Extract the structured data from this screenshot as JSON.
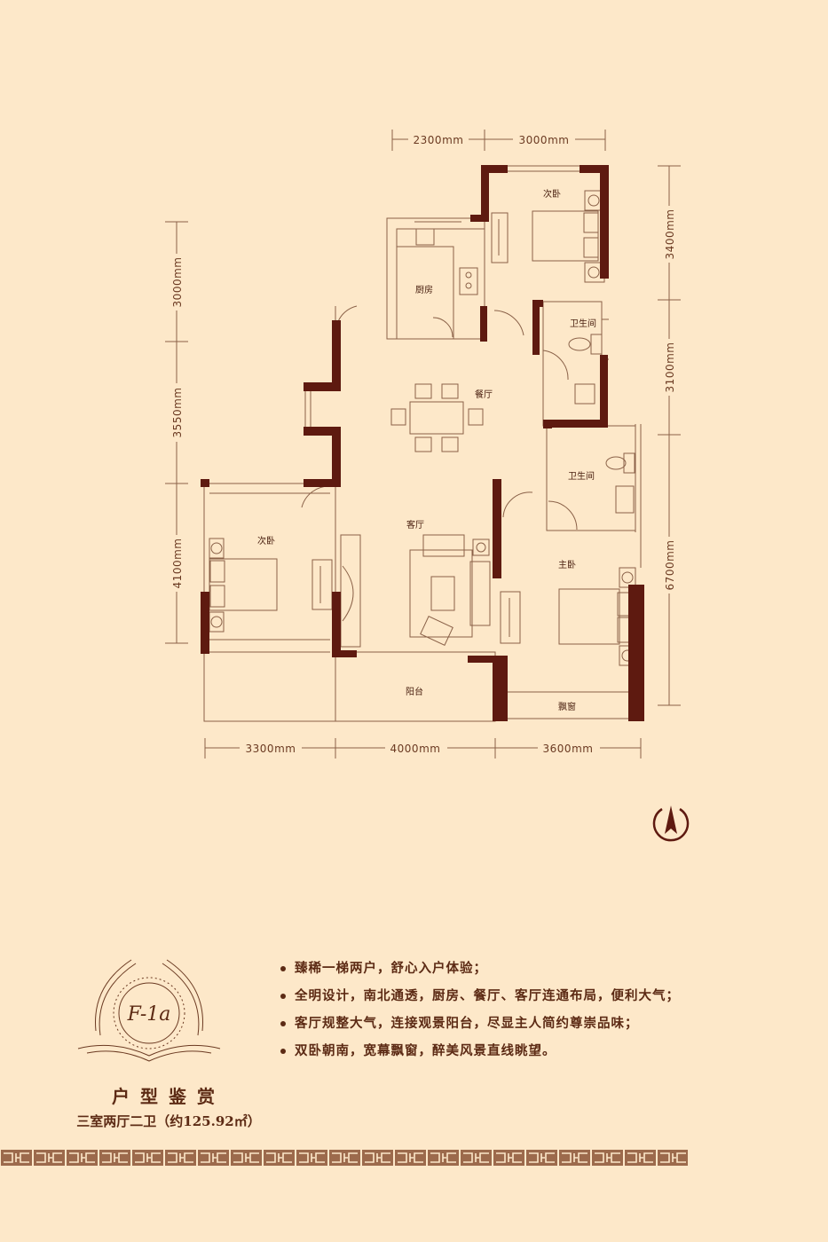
{
  "floorplan": {
    "unit_code": "F-1a",
    "dimensions": {
      "top": [
        "2300mm",
        "3000mm"
      ],
      "bottom": [
        "3300mm",
        "4000mm",
        "3600mm"
      ],
      "left": [
        "3000mm",
        "3550mm",
        "4100mm"
      ],
      "right": [
        "3400mm",
        "3100mm",
        "6700mm"
      ]
    },
    "rooms": {
      "bedroom_north": "次卧",
      "kitchen": "厨房",
      "bathroom_north": "卫生间",
      "dining": "餐厅",
      "bathroom_master": "卫生间",
      "living": "客厅",
      "bedroom_west": "次卧",
      "master_bedroom": "主卧",
      "balcony": "阳台",
      "bay_window": "飘窗"
    },
    "compass": "north-arrow-icon"
  },
  "features": [
    "臻稀一梯两户，舒心入户体验；",
    "全明设计，南北通透，厨房、餐厅、客厅连通布局，便利大气；",
    "客厅规整大气，连接观景阳台，尽显主人简约尊崇品味；",
    "双卧朝南，宽幕飘窗，醉美风景直线眺望。"
  ],
  "title": {
    "heading": "户型鉴赏",
    "subtitle": "三室两厅二卫（约125.92㎡）"
  },
  "colors": {
    "background": "#fde8c9",
    "wall": "#5e1a10",
    "line": "#8a5a3e",
    "text": "#5c2a14"
  }
}
